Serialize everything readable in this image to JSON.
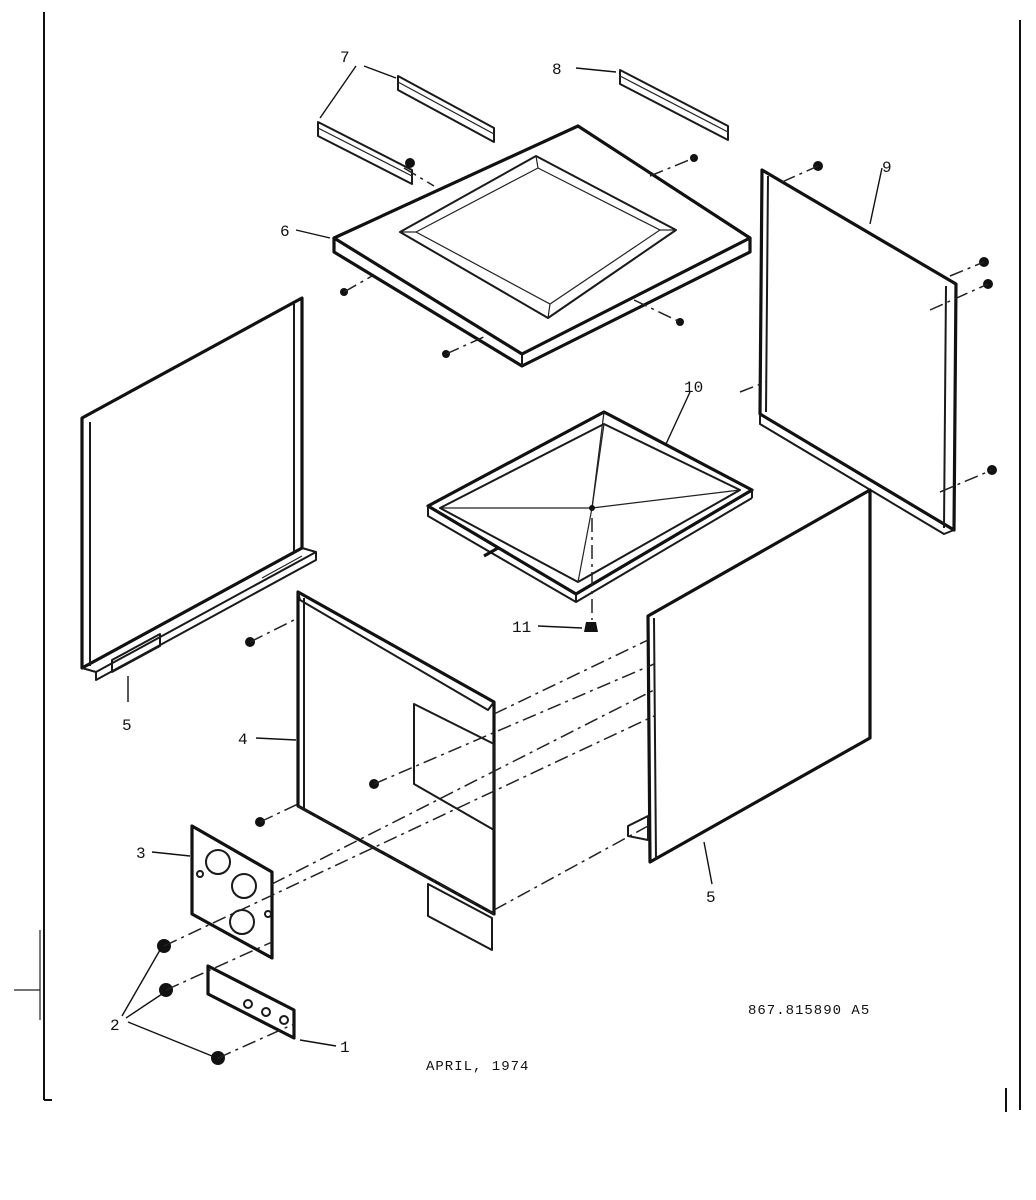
{
  "callouts": {
    "c1": "1",
    "c2": "2",
    "c3": "3",
    "c4": "4",
    "c5a": "5",
    "c5b": "5",
    "c6": "6",
    "c7": "7",
    "c8": "8",
    "c9": "9",
    "c10": "10",
    "c11": "11"
  },
  "notes": {
    "drawing_number": "867.815890 A5",
    "date": "APRIL, 1974"
  }
}
